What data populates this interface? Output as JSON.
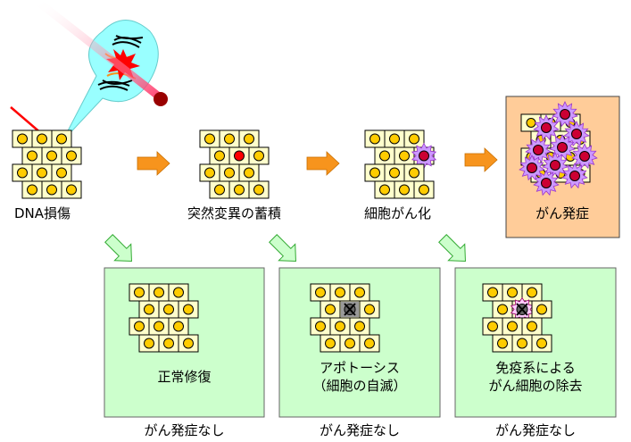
{
  "stages": [
    {
      "label": "DNA損傷"
    },
    {
      "label": "突然変異の蓄積"
    },
    {
      "label": "細胞がん化"
    },
    {
      "label": "がん発症"
    }
  ],
  "outcomes": [
    {
      "title_lines": [
        "正常修復"
      ],
      "result": "がん発症なし"
    },
    {
      "title_lines": [
        "アポトーシス",
        "（細胞の自滅）"
      ],
      "result": "がん発症なし"
    },
    {
      "title_lines": [
        "免疫系による",
        "がん細胞の除去"
      ],
      "result": "がん発症なし"
    }
  ],
  "colors": {
    "cell_fill": "#FFFFCC",
    "cell_stroke": "#000000",
    "nucleus": "#FFCC00",
    "mutated_nucleus": "#FF0000",
    "cancer_spike": "#CC99FF",
    "cancer_nucleus": "#CC0033",
    "forward_arrow": "#F7941D",
    "branch_arrow": "#CCFFCC",
    "outcome_panel": "#CCFFCC",
    "cancer_panel": "#FFCC99",
    "radiation": "#FF0000",
    "bubble": "#99FFFF"
  }
}
